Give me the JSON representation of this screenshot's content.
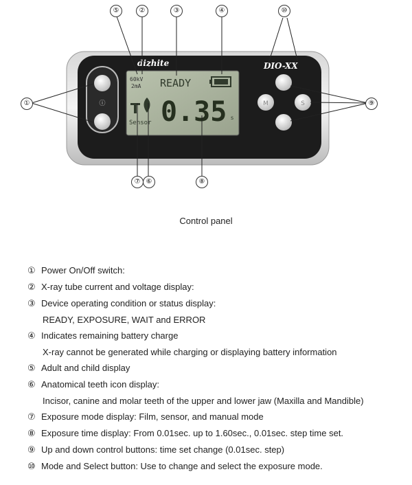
{
  "device": {
    "brand": "dizhite",
    "model": "DIO-XX",
    "lcd": {
      "status": "READY",
      "time_value": "0.35",
      "unit": "s",
      "mode_text": "Sensor",
      "small_top": "60kV",
      "small_bottom": "2mA"
    }
  },
  "callouts": [
    "①",
    "②",
    "③",
    "④",
    "⑤",
    "⑥",
    "⑦",
    "⑧",
    "⑨",
    "⑩"
  ],
  "caption": "Control panel",
  "items": [
    {
      "num": "①",
      "text": "Power On/Off switch:"
    },
    {
      "num": "②",
      "text": "X-ray tube current and voltage display:"
    },
    {
      "num": "③",
      "text": "Device operating condition or status display:",
      "cont": "READY, EXPOSURE, WAIT and ERROR"
    },
    {
      "num": "④",
      "text": "Indicates remaining battery charge",
      "cont": "X-ray cannot be generated while charging or displaying battery information"
    },
    {
      "num": "⑤",
      "text": "Adult and child display"
    },
    {
      "num": "⑥",
      "text": "Anatomical teeth icon display:",
      "cont": "Incisor, canine and molar teeth of the upper and lower jaw (Maxilla and Mandible)"
    },
    {
      "num": "⑦",
      "text": "Exposure mode display: Film, sensor, and manual mode"
    },
    {
      "num": "⑧",
      "text": "Exposure time display: From 0.01sec. up to 1.60sec., 0.01sec. step time set."
    },
    {
      "num": "⑨",
      "text": "Up and down control buttons: time set change (0.01sec. step)"
    },
    {
      "num": "⑩",
      "text": "Mode and Select button: Use to change and select the exposure mode."
    }
  ]
}
